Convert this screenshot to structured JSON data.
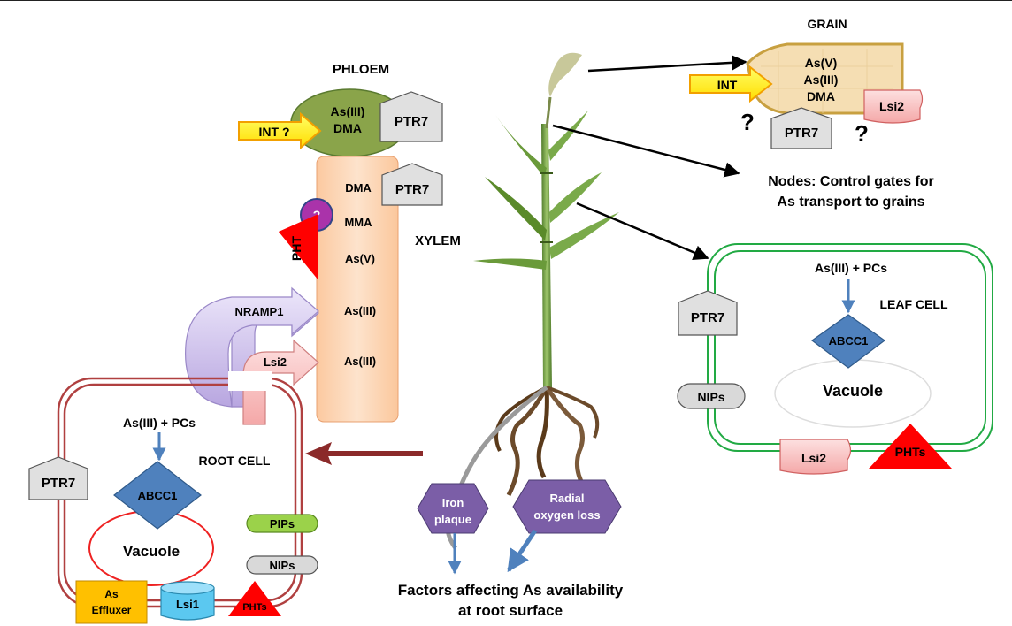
{
  "phloem": {
    "title": "PHLOEM",
    "content_line1": "As(III)",
    "content_line2": "DMA",
    "transporter": "PTR7",
    "int_label": "INT  ?"
  },
  "xylem": {
    "title": "XYLEM",
    "dma": "DMA",
    "mma": "MMA",
    "asv": "As(V)",
    "asiii_1": "As(III)",
    "asiii_2": "As(III)",
    "transporter": "PTR7",
    "question": "?",
    "pht": "PHT",
    "nramp1": "NRAMP1",
    "lsi2": "Lsi2"
  },
  "grain": {
    "title": "GRAIN",
    "line1": "As(V)",
    "line2": "As(III)",
    "line3": "DMA",
    "int_label": "INT",
    "transporter": "PTR7",
    "lsi2": "Lsi2",
    "question": "?"
  },
  "nodes": {
    "line1": "Nodes: Control gates for",
    "line2": "As transport to grains"
  },
  "leaf_cell": {
    "title": "LEAF CELL",
    "complex": "As(III) + PCs",
    "abcc1": "ABCC1",
    "vacuole": "Vacuole",
    "ptr7": "PTR7",
    "nips": "NIPs",
    "lsi2": "Lsi2",
    "phts": "PHTs"
  },
  "root_cell": {
    "title": "ROOT CELL",
    "complex": "As(III) + PCs",
    "abcc1": "ABCC1",
    "vacuole": "Vacuole",
    "ptr7": "PTR7",
    "pips": "PIPs",
    "nips": "NIPs",
    "effluxer_line1": "As",
    "effluxer_line2": "Effluxer",
    "lsi1": "Lsi1",
    "phts": "PHTs"
  },
  "root_surface": {
    "iron_line1": "Iron",
    "iron_line2": "plaque",
    "radial_line1": "Radial",
    "radial_line2": "oxygen loss",
    "factors_line1": "Factors affecting As availability",
    "factors_line2": "at root surface"
  },
  "colors": {
    "phloem": "#8aa44a",
    "xylem": "#fbcda6",
    "grain": "#f5deb3",
    "int_arrow": "#ffff00",
    "abcc1": "#4f81bd",
    "pht": "#ff0000",
    "lsi2": "#f4b6b6",
    "lsi1": "#5bc8f0",
    "effluxer": "#ffc000",
    "pips": "#9bd24a",
    "nips": "#d9d9d9",
    "leaf_border": "#22aa44",
    "root_border": "#b04040",
    "hexagon": "#7b5ea7",
    "nramp1": "#c8b8e8",
    "question_circle": "#aa33aa"
  }
}
